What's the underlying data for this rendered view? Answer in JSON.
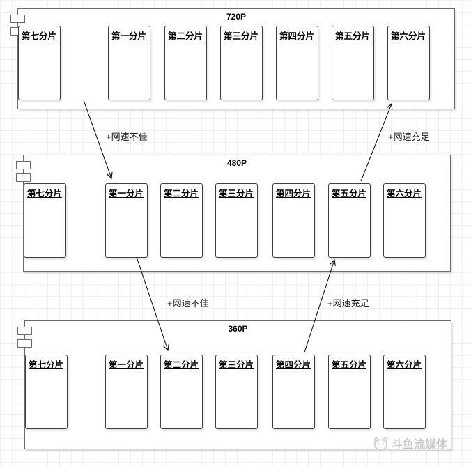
{
  "diagram": {
    "bands": [
      {
        "title": "720P",
        "segments": [
          "第一分片",
          "第二分片",
          "第三分片",
          "第四分片",
          "第五分片",
          "第六分片",
          "第七分片"
        ]
      },
      {
        "title": "480P",
        "segments": [
          "第一分片",
          "第二分片",
          "第三分片",
          "第四分片",
          "第五分片",
          "第六分片",
          "第七分片"
        ]
      },
      {
        "title": "360P",
        "segments": [
          "第一分片",
          "第二分片",
          "第三分片",
          "第四分片",
          "第五分片",
          "第六分片",
          "第七分片"
        ]
      }
    ],
    "transitions": [
      {
        "label": "+网速不佳",
        "from": "720P 第一分片",
        "to": "480P 第二分片"
      },
      {
        "label": "+网速充足",
        "from": "480P 第六分片",
        "to": "720P 第七分片"
      },
      {
        "label": "+网速不佳",
        "from": "480P 第二分片",
        "to": "360P 第三分片"
      },
      {
        "label": "+网速充足",
        "from": "360P 第五分片",
        "to": "480P 第六分片"
      }
    ],
    "watermark": {
      "icon": "douyu-logo-icon",
      "text": "斗鱼流媒体"
    },
    "colors": {
      "background": "#ffffff",
      "grid_line": "#f1f1f1",
      "band_border": "#6b6b6b",
      "segment_border": "#3f3f3f",
      "text": "#000000",
      "arrow": "#000000",
      "watermark": "#c9c9c9"
    }
  }
}
